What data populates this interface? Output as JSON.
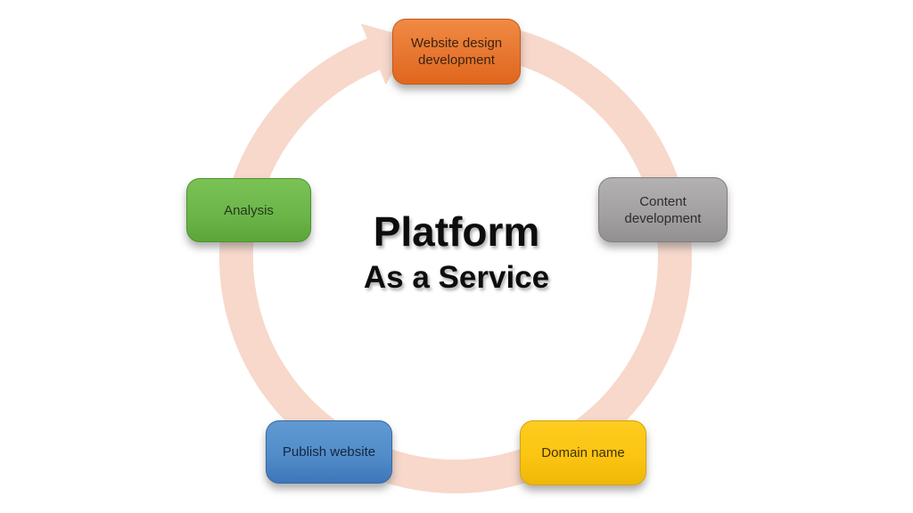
{
  "title": {
    "line1": "Platform",
    "line2": "As a Service"
  },
  "diagram": {
    "type": "cycle",
    "direction": "clockwise",
    "arrow_color": "#f7d8cb",
    "background_color": "#ffffff",
    "title_color": "#0d0d0d",
    "nodes": [
      {
        "id": "website-design-development",
        "label": "Website design development",
        "position": "top",
        "color": "#e77630"
      },
      {
        "id": "content-development",
        "label": "Content development",
        "position": "right",
        "color": "#a3a1a1"
      },
      {
        "id": "domain-name",
        "label": "Domain name",
        "position": "bottom-right",
        "color": "#fcc512"
      },
      {
        "id": "publish-website",
        "label": "Publish website",
        "position": "bottom-left",
        "color": "#528dc9"
      },
      {
        "id": "analysis",
        "label": "Analysis",
        "position": "left",
        "color": "#6cb64a"
      }
    ]
  }
}
